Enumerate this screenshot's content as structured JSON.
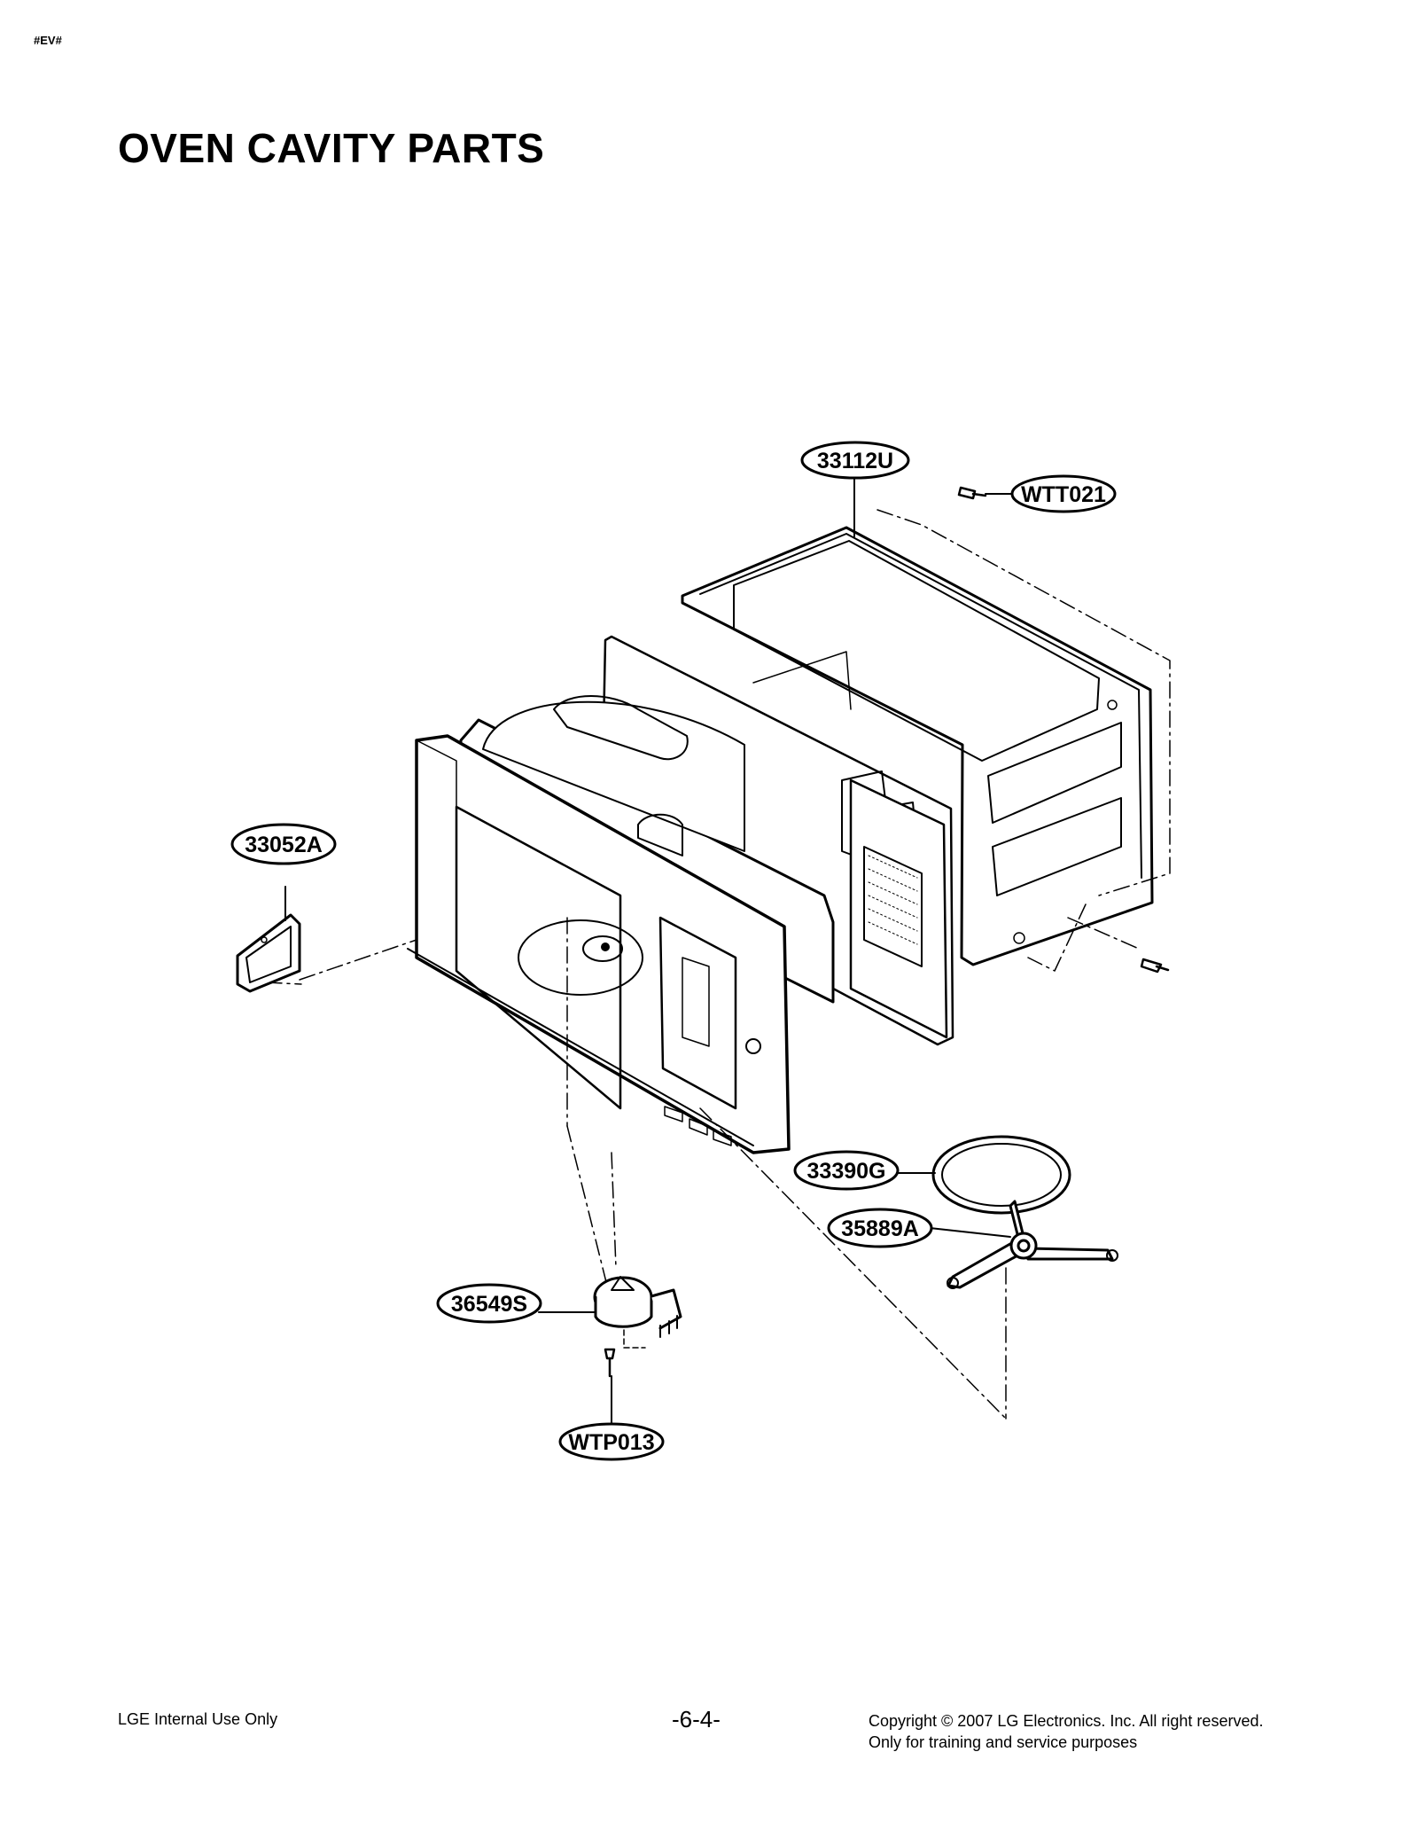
{
  "header": {
    "corner_tag": "#EV#",
    "title": "OVEN CAVITY PARTS"
  },
  "callouts": [
    {
      "id": "33112U",
      "label": "33112U"
    },
    {
      "id": "WTT021",
      "label": "WTT021"
    },
    {
      "id": "33052A",
      "label": "33052A"
    },
    {
      "id": "33390G",
      "label": "33390G"
    },
    {
      "id": "35889A",
      "label": "35889A"
    },
    {
      "id": "36549S",
      "label": "36549S"
    },
    {
      "id": "WTP013",
      "label": "WTP013"
    }
  ],
  "footer": {
    "left": "LGE Internal Use Only",
    "page_number": "-6-4-",
    "copyright_line1": "Copyright © 2007 LG Electronics. Inc. All right reserved.",
    "copyright_line2": "Only for training and service purposes"
  }
}
